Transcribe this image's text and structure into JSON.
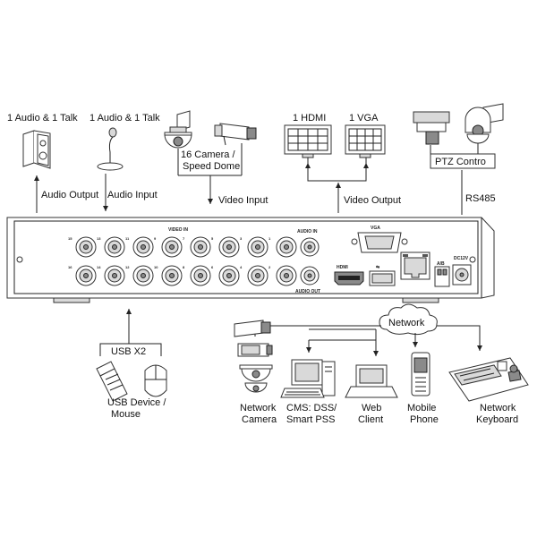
{
  "labels": {
    "audio_talk_1": "1 Audio  & 1 Talk",
    "audio_talk_2": "1 Audio & 1 Talk",
    "camera_line1": "16  Camera /",
    "camera_line2": "Speed Dome",
    "hdmi": "1 HDMI",
    "vga": "1 VGA",
    "ptz_control": "PTZ Contro",
    "audio_output": "Audio  Output",
    "audio_input": "Audio  Input",
    "video_input": "Video Input",
    "video_output": "Video Output",
    "rs485": "RS485",
    "usb_x2": "USB X2",
    "usb_device_line1": "USB Device /",
    "usb_device_line2": "Mouse",
    "network": "Network",
    "network_camera_line1": "Network",
    "network_camera_line2": "Camera",
    "cms_line1": "CMS: DSS/",
    "cms_line2": "Smart PSS",
    "web_client_line1": "Web",
    "web_client_line2": "Client",
    "mobile_phone_line1": "Mobile",
    "mobile_phone_line2": "Phone",
    "network_keyboard_line1": "Network",
    "network_keyboard_line2": "Keyboard"
  },
  "panel": {
    "video_in": "VIDEO IN",
    "audio_in": "AUDIO IN",
    "audio_out": "AUDIO OUT",
    "vga": "VGA",
    "hdmi": "HDMI",
    "ab": "A/B",
    "dc": "DC12V",
    "top_row_numbers": [
      "15",
      "13",
      "11",
      "9",
      "7",
      "5",
      "3",
      "1"
    ],
    "bottom_row_numbers": [
      "16",
      "14",
      "12",
      "10",
      "8",
      "6",
      "4",
      "2"
    ]
  },
  "icons": [
    "speaker-icon",
    "microphone-icon",
    "speed-dome-icon",
    "bullet-camera-icon",
    "monitor-icon",
    "ptz-camera-icon",
    "usb-drive-icon",
    "mouse-icon",
    "network-cloud-icon",
    "network-camera-icon",
    "desktop-pc-icon",
    "laptop-icon",
    "mobile-phone-icon",
    "network-keyboard-icon"
  ]
}
